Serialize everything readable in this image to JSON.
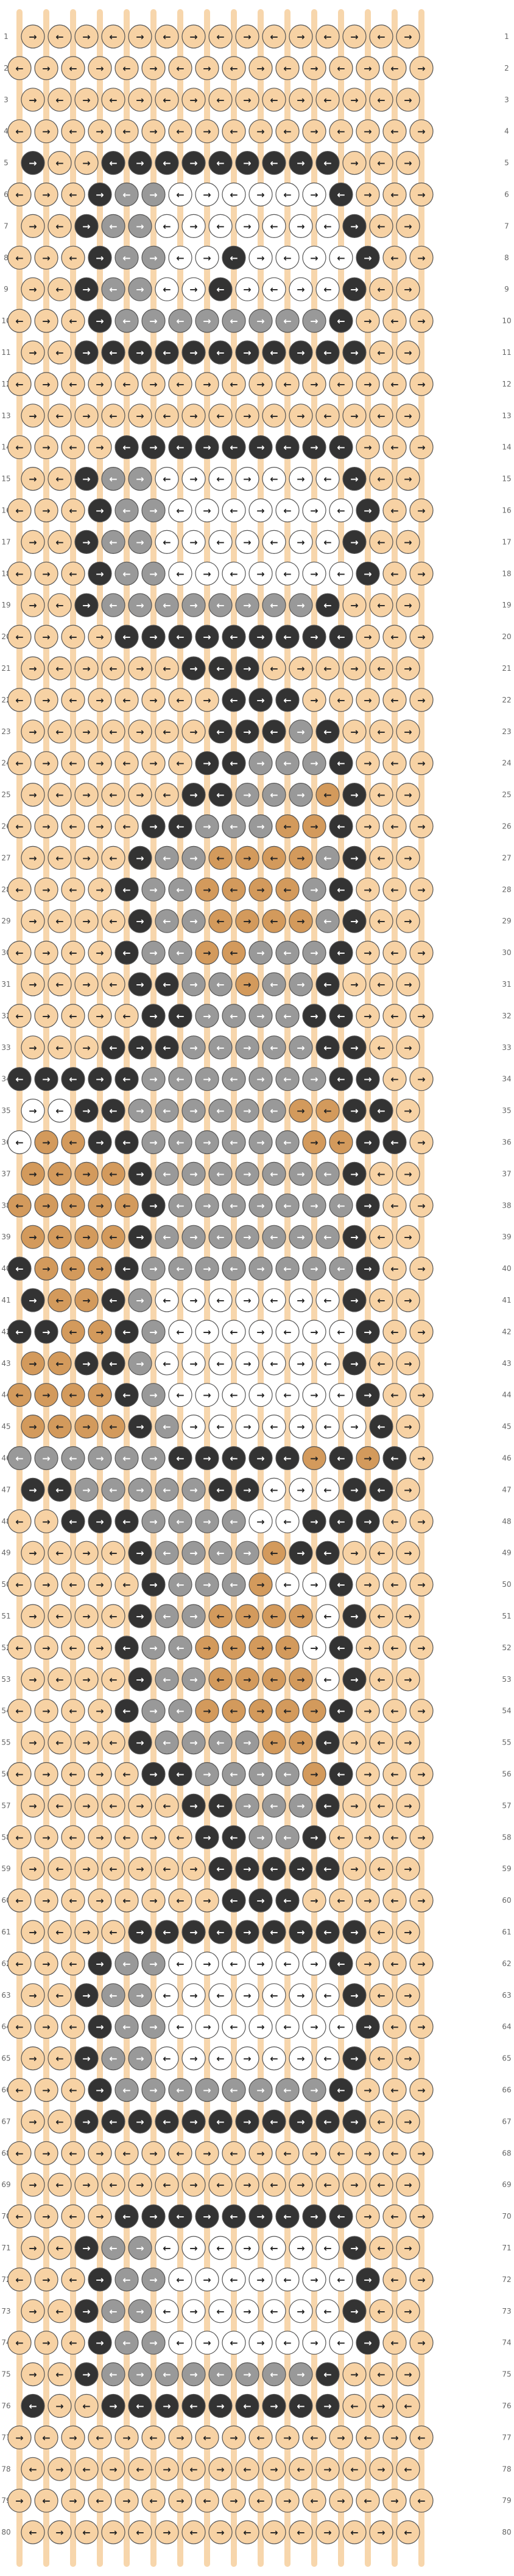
{
  "pattern": {
    "columns": 16,
    "rows": 80,
    "colors": {
      "A": "#f7d2a4",
      "B": "#333333",
      "C": "#999999",
      "D": "#ffffff",
      "E": "#d39a5c"
    },
    "outline": "#555555",
    "string_colors_top": "AAAAAAAAAAAAAAAA",
    "row_labels": [
      "1",
      "2",
      "3",
      "4",
      "5",
      "6",
      "7",
      "8",
      "9",
      "10",
      "11",
      "12",
      "13",
      "14",
      "15",
      "16",
      "17",
      "18",
      "19",
      "20",
      "21",
      "22",
      "23",
      "24",
      "25",
      "26",
      "27",
      "28",
      "29",
      "30",
      "31",
      "32",
      "33",
      "34",
      "35",
      "36",
      "37",
      "38",
      "39",
      "40",
      "41",
      "42",
      "43",
      "44",
      "45",
      "46",
      "47",
      "48",
      "49",
      "50",
      "51",
      "52",
      "53",
      "54",
      "55",
      "56",
      "57",
      "58",
      "59",
      "60",
      "61",
      "62",
      "63",
      "64",
      "65",
      "66",
      "67",
      "68",
      "69",
      "70",
      "71",
      "72",
      "73",
      "74",
      "75",
      "76",
      "77",
      "78",
      "79",
      "80"
    ],
    "rows_knots": [
      "AAAAAAAAAAAAAAA",
      "AAAAAAAAAAAAAAAA",
      "AAAAAAAAAAAAAAA",
      "AAAAAAAAAAAAAAAA",
      "BAABBBBBBBBBAAA",
      "AAABCCDDDDDDBAAA",
      "AABCCDDDDDDDBAA",
      "AAABCCDDBDDDDBAA",
      "AABCCDDBDDDDBAA",
      "AAABCCCCCCCCBAAA",
      "AABBBBBBBBBBBAA",
      "AAAAAAAAAAAAAAAA",
      "AAAAAAAAAAAAAAA",
      "AAAABBBBBBBBBAAA",
      "AABCCDDDDDDDBAA",
      "AAABCCDDDDDDDBAA",
      "AABCCDDDDDDDBAA",
      "AAABCCDDDDDDDBAA",
      "AABCCCCCCCCBAAA",
      "AAAABBBBBBBBBAAA",
      "AAAAAABBBAAAAAA",
      "AAAAAAAABBBAAAAA",
      "AAAAAAABBBCBAAA",
      "AAAAAAABBCCCBAAA",
      "AAAAAABBCCCEBAA",
      "AAAAABBCCCEEBAAA",
      "AAAABCCEEEECBAA",
      "AAAABCCEEEECBAAA",
      "AAAABCCEEEECBAA",
      "AAAABCCEECCCBAAA",
      "AAAABBCCECCBAAA",
      "AAAAABBCCCCBBAAA",
      "AAABBBCCCCCBBAA",
      "BBBBBCCCCCCCBBAA",
      "DDBBCCCCCCEEBBA",
      "DEEBBCCCCCCEEBBA",
      "EEEEBCCCCCCCBAA",
      "EEEEEBCCCCCCCBAA",
      "EEEEBCCCCCCCBAA",
      "BEEEBCCCCCCCCBAA",
      "BEEBCDDDDDDDBAA",
      "BBEEBCDDDDDDDBAA",
      "EEBBCDDDDDDDBAA",
      "EEEEBCDDDDDDDBAA",
      "EEEEBCDDDDDDDBA",
      "CCCCCCBBBBBEBEBA",
      "BBCCCCCBBDDDBBA",
      "AABBBCCCCDDBBBAA",
      "AAAABCCCCEBBAAA",
      "AAAAABCCCEDDBAAA",
      "AAAABCCEEEEDBAA",
      "AAAABCCEEEEDBAAA",
      "AAAABCCEEEEDBAA",
      "AAAABCCEEEEEBAAA",
      "AAAABCCCCEEBAAA",
      "AAAAABBCCCCEBAAA",
      "AAAAAABBCCCBAAA",
      "AAAAAAABBCCBAAAA",
      "AAAAAAABBBBBAAA",
      "AAAAAAAABBBAAAAA",
      "AAAABBBBBBBBBAA",
      "AAABCCDDDDDDBAAA",
      "AABCCDDDDDDDBAA",
      "AAABCCDDDDDDDBAA",
      "AABCCDDDDDDDBAA",
      "AAABCCCCCCCCBAAA",
      "AABBBBBBBBBBBAA",
      "AAAAAAAAAAAAAAAA",
      "AAAAAAAAAAAAAAA",
      "AAAABBBBBBBBBAAA",
      "AABCCDDDDDDDBAA",
      "AAABCCDDDDDDDBAA",
      "AABCCDDDDDDDBAA",
      "AAABCCDDDDDDDBAA",
      "AABCCCCCCCCBAAA",
      "BAABBBBBBBBBAAA",
      "AAAAAAAAAAAAAAAA",
      "AAAAAAAAAAAAAAA",
      "AAAAAAAAAAAAAAAA",
      "AAAAAAAAAAAAAAA"
    ]
  }
}
